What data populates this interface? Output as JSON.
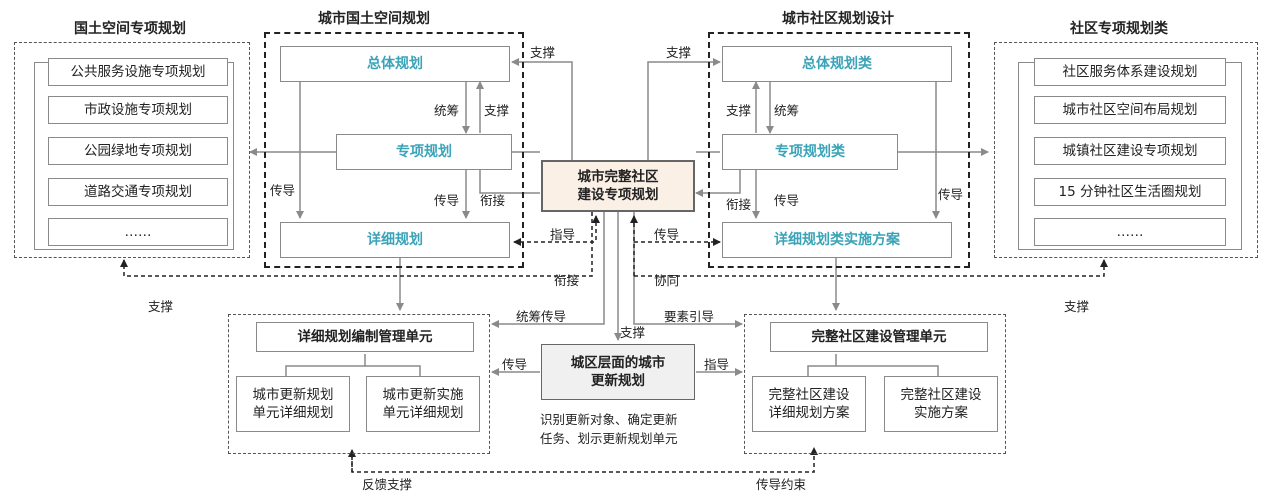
{
  "group_titles": {
    "land_special": "国土空间专项规划",
    "city_land": "城市国土空间规划",
    "community_design": "城市社区规划设计",
    "community_special": "社区专项规划类"
  },
  "land_special_items": [
    "公共服务设施专项规划",
    "市政设施专项规划",
    "公园绿地专项规划",
    "道路交通专项规划",
    "……"
  ],
  "community_special_items": [
    "社区服务体系建设规划",
    "城市社区空间布局规划",
    "城镇社区建设专项规划",
    "15 分钟社区生活圈规划",
    "……"
  ],
  "city_land_boxes": {
    "overall": "总体规划",
    "special": "专项规划",
    "detail": "详细规划"
  },
  "community_boxes": {
    "overall": "总体规划类",
    "special": "专项规划类",
    "detail": "详细规划类实施方案"
  },
  "center_box": "城市完整社区\n建设专项规划",
  "district_box": "城区层面的城市\n更新规划",
  "district_note": "识别更新对象、确定更新\n任务、划示更新规划单元",
  "left_unit": {
    "title": "详细规划编制管理单元",
    "a": "城市更新规划\n单元详细规划",
    "b": "城市更新实施\n单元详细规划"
  },
  "right_unit": {
    "title": "完整社区建设管理单元",
    "a": "完整社区建设\n详细规划方案",
    "b": "完整社区建设\n实施方案"
  },
  "labels": {
    "support_tl": "支撑",
    "support_tr": "支撑",
    "tongchou_l": "统筹",
    "zhicheng_l": "支撑",
    "zhicheng_r": "支撑",
    "tongchou_r": "统筹",
    "chuandao_l1": "传导",
    "chuandao_l2": "传导",
    "xianjie_l": "衔接",
    "xianjie_r": "衔接",
    "chuandao_r1": "传导",
    "chuandao_r2": "传导",
    "zhidao_top": "指导",
    "chuandao_top": "传导",
    "xianjie_mid": "衔接",
    "xietong": "协同",
    "zhicheng_bl": "支撑",
    "zhicheng_br": "支撑",
    "tongchou_chuandao": "统筹传导",
    "zhicheng_mid": "支撑",
    "yaosu": "要素引导",
    "chuandao_bot": "传导",
    "zhidao_bot": "指导",
    "fankui": "反馈支撑",
    "yueshu": "传导约束"
  }
}
